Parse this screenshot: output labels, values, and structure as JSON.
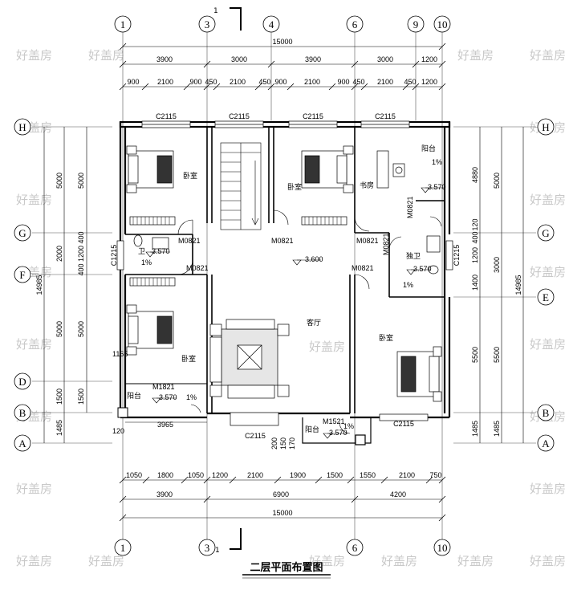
{
  "title": "二层平面布置图",
  "section_mark": "1",
  "watermark": "好盖房",
  "grid": {
    "top_axes": [
      "1",
      "3",
      "4",
      "6",
      "9",
      "10"
    ],
    "bottom_axes": [
      "1",
      "3",
      "6",
      "10"
    ],
    "left_axes": [
      "H",
      "G",
      "F",
      "D",
      "B",
      "A"
    ],
    "right_axes": [
      "H",
      "G",
      "E",
      "B",
      "A"
    ]
  },
  "dimensions": {
    "top_total": "15000",
    "top_main": [
      "3900",
      "3000",
      "3900",
      "3000",
      "1200"
    ],
    "top_detail": [
      "900",
      "2100",
      "900",
      "450",
      "2100",
      "450",
      "900",
      "2100",
      "900",
      "450",
      "2100",
      "450",
      "1200"
    ],
    "bottom_detail": [
      "1050",
      "1800",
      "1050",
      "1200",
      "2100",
      "1900",
      "1500",
      "1550",
      "2100",
      "750"
    ],
    "bottom_main": [
      "3900",
      "6900",
      "4200"
    ],
    "bottom_total": "15000",
    "left_outer": [
      "5000",
      "2000",
      "5000",
      "1500",
      "1485"
    ],
    "left_inner": [
      "5000",
      "400",
      "1200",
      "400",
      "5000",
      "1500"
    ],
    "left_total": "14985",
    "right_inner": [
      "4880",
      "120",
      "400",
      "1200",
      "1400",
      "5500",
      "1485"
    ],
    "right_outer": [
      "5000",
      "3000",
      "5500",
      "1485"
    ],
    "right_total": "14985"
  },
  "windows": [
    "C2115",
    "C2115",
    "C2115",
    "C2115",
    "C1215",
    "C1215",
    "C2115",
    "C2115"
  ],
  "doors": [
    "M0821",
    "M0821",
    "M0821",
    "M0821",
    "M0821",
    "M0821",
    "M0821",
    "M1821",
    "M1521"
  ],
  "rooms": {
    "bedroom": "卧室",
    "study": "书房",
    "balcony": "阳台",
    "bath": "独卫",
    "bath_short": "卫",
    "living": "客厅"
  },
  "levels": [
    "3.570",
    "3.570",
    "3.570",
    "3.600",
    "3.570",
    "3.570",
    "3.570"
  ],
  "slope": "1%",
  "misc": {
    "small_dims": [
      "1165",
      "3965",
      "120",
      "200",
      "150",
      "170"
    ]
  }
}
